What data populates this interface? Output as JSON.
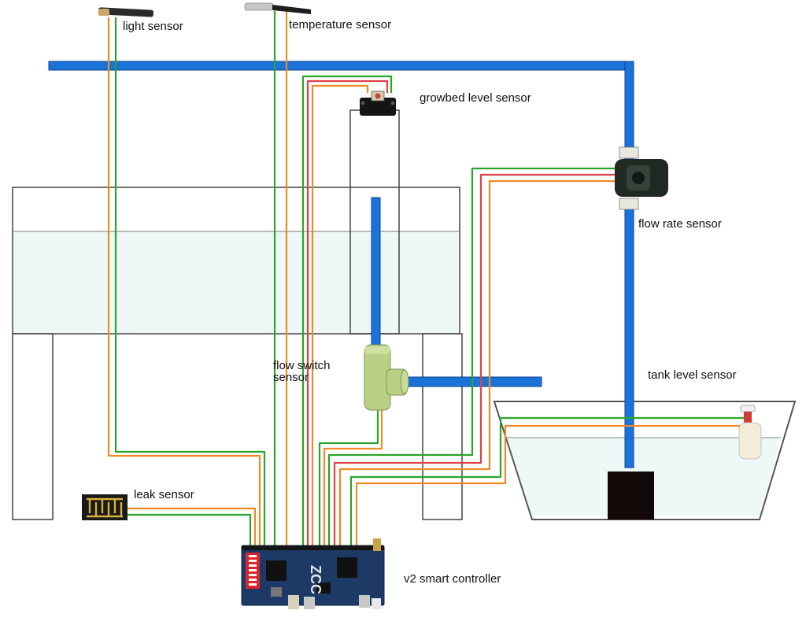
{
  "labels": {
    "light_sensor": "light sensor",
    "temperature_sensor": "temperature sensor",
    "growbed_level_sensor": "growbed level sensor",
    "flow_rate_sensor": "flow rate sensor",
    "flow_switch_sensor": "flow switch sensor",
    "tank_level_sensor": "tank level sensor",
    "leak_sensor": "leak sensor",
    "smart_controller": "v2 smart controller"
  },
  "board_text": "ZCC",
  "colors": {
    "pipe": "#1a73d9",
    "pipe_edge": "#0d3f8a",
    "wire_green": "#2aa52a",
    "wire_orange": "#f08a24",
    "wire_red": "#e0404a",
    "wire_pink": "#e36a9a",
    "water": "#eef8f6",
    "outline": "#444444",
    "board": "#1d3a66",
    "board_red": "#d7262e",
    "pump": "#120808"
  }
}
